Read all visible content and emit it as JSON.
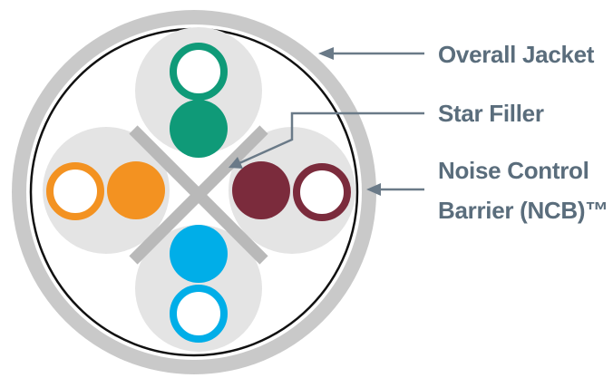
{
  "labels": {
    "overall_jacket": "Overall Jacket",
    "star_filler": "Star Filler",
    "ncb_line1": "Noise Control",
    "ncb_line2": "Barrier (NCB)™"
  },
  "colors": {
    "jacket": "#c9c9c9",
    "barrier": "#111111",
    "cable_fill": "#ffffff",
    "pair_bg": "#e4e4e4",
    "star_filler": "#b9b9b9",
    "green": "#0f9a78",
    "orange": "#f39221",
    "brown": "#7b2b3c",
    "blue": "#00aee8",
    "callout_text": "#5a6d7c",
    "callout_line": "#6a7a88"
  },
  "pairs": [
    {
      "name": "green-pair",
      "color": "green",
      "icon": "twisted-pair-icon"
    },
    {
      "name": "orange-pair",
      "color": "orange",
      "icon": "twisted-pair-icon"
    },
    {
      "name": "brown-pair",
      "color": "brown",
      "icon": "twisted-pair-icon"
    },
    {
      "name": "blue-pair",
      "color": "blue",
      "icon": "twisted-pair-icon"
    }
  ]
}
